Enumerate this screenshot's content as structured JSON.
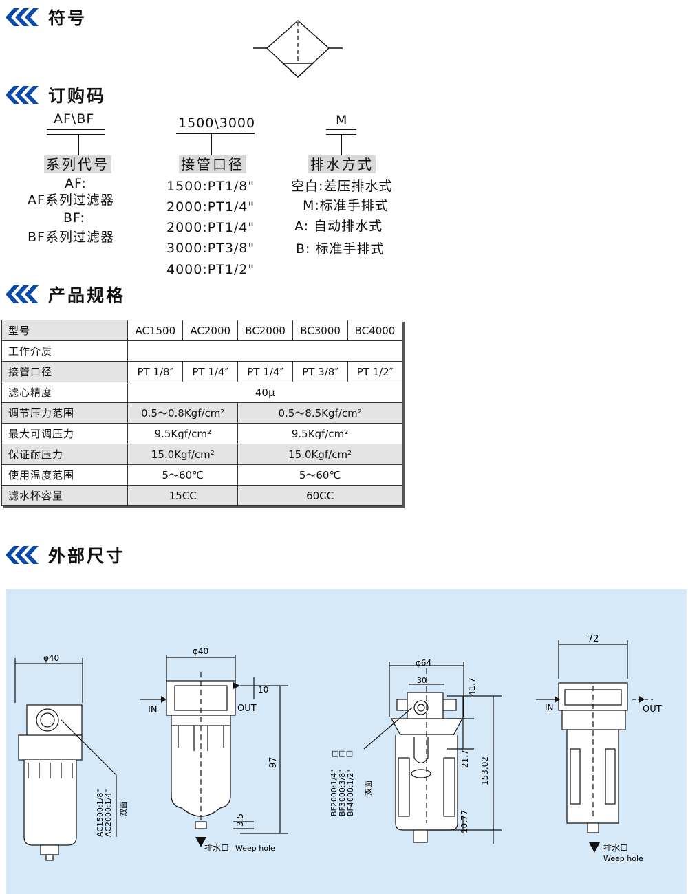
{
  "sections": {
    "symbol": "符号",
    "order": "订购码",
    "spec": "产品规格",
    "dims": "外部尺寸"
  },
  "order_code": {
    "col1": {
      "code": "AF\\BF",
      "label": "系列代号",
      "lines": [
        "AF:",
        "AF系列过滤器",
        "BF:",
        "BF系列过滤器"
      ]
    },
    "col2": {
      "code": "1500\\3000",
      "label": "接管口径",
      "lines": [
        "1500:PT1/8\"",
        "2000:PT1/4\"",
        "2000:PT1/4\"",
        "3000:PT3/8\"",
        "4000:PT1/2\""
      ]
    },
    "col3": {
      "code": "M",
      "label": "排水方式",
      "lines": [
        "空白:差压排水式",
        "M:标准手排式",
        "A: 自动排水式",
        "B: 标准手排式"
      ]
    }
  },
  "spec_table": {
    "header": [
      "型号",
      "AC1500",
      "AC2000",
      "BC2000",
      "BC3000",
      "BC4000"
    ],
    "medium_label": "工作介质",
    "medium_value": "",
    "port_label": "接管口径",
    "ports": [
      "PT 1/8″",
      "PT 1/4″",
      "PT 1/4″",
      "PT 3/8″",
      "PT 1/2″"
    ],
    "filter_label": "滤心精度",
    "filter_value": "40μ",
    "rows": [
      {
        "label": "调节压力范围",
        "a": "0.5～0.8Kgf/cm²",
        "b": "0.5～8.5Kgf/cm²"
      },
      {
        "label": "最大可调压力",
        "a": "9.5Kgf/cm²",
        "b": "9.5Kgf/cm²"
      },
      {
        "label": "保证耐压力",
        "a": "15.0Kgf/cm²",
        "b": "15.0Kgf/cm²"
      },
      {
        "label": "使用温度范围",
        "a": "5～60℃",
        "b": "5～60℃"
      },
      {
        "label": "滤水杯容量",
        "a": "15CC",
        "b": "60CC"
      }
    ]
  },
  "drawing": {
    "d1": {
      "dia": "φ40",
      "note1": "AC1500:1/8\"",
      "note2": "AC2000:1/4\"",
      "note3": "双面"
    },
    "d2": {
      "dia": "φ40",
      "in": "IN",
      "out": "OUT",
      "h_top": "10",
      "h_total": "97",
      "h_bot": "3.5",
      "drain_cn": "排水口",
      "drain_en": "Weep hole"
    },
    "d3": {
      "dia": "φ64",
      "w": "30",
      "h1": "41.7",
      "h2": "21.7",
      "h3": "153.02",
      "h4": "10.77",
      "note1": "BF2000:1/4\"",
      "note2": "BF3000:3/8\"",
      "note3": "BF4000:1/2\"",
      "note4": "双面",
      "boxes": "□□□"
    },
    "d4": {
      "w": "72",
      "in": "IN",
      "out": "OUT",
      "drain_cn": "排水口",
      "drain_en": "Weep hole"
    }
  },
  "colors": {
    "chevron": "#0a4aa8",
    "drawing_bg": "#d6e9f9",
    "header_gray": "#d9d9d9"
  }
}
